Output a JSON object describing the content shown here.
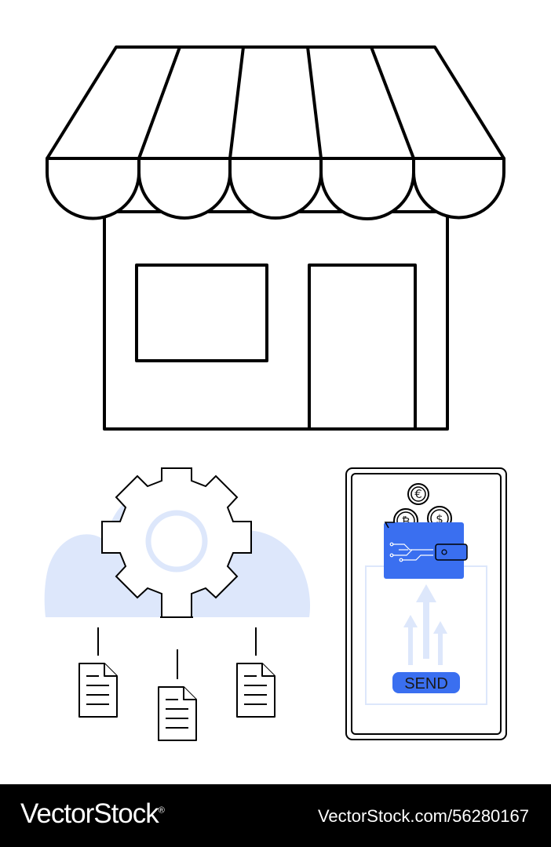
{
  "phone": {
    "send_label": "SEND",
    "coins": {
      "euro": "€",
      "bitcoin": "₿",
      "dollar": "$"
    }
  },
  "footer": {
    "logo": "VectorStock",
    "registered": "®",
    "image_id": "VectorStock.com/56280167"
  },
  "colors": {
    "stroke": "#000000",
    "accent_blue": "#3a6ff0",
    "light_blue": "#dde7fb",
    "footer_bg": "#000000"
  },
  "icons": [
    "storefront-icon",
    "cloud-gear-icon",
    "document-icon",
    "smartphone-icon",
    "wallet-icon",
    "coin-icon",
    "arrow-up-icon"
  ]
}
